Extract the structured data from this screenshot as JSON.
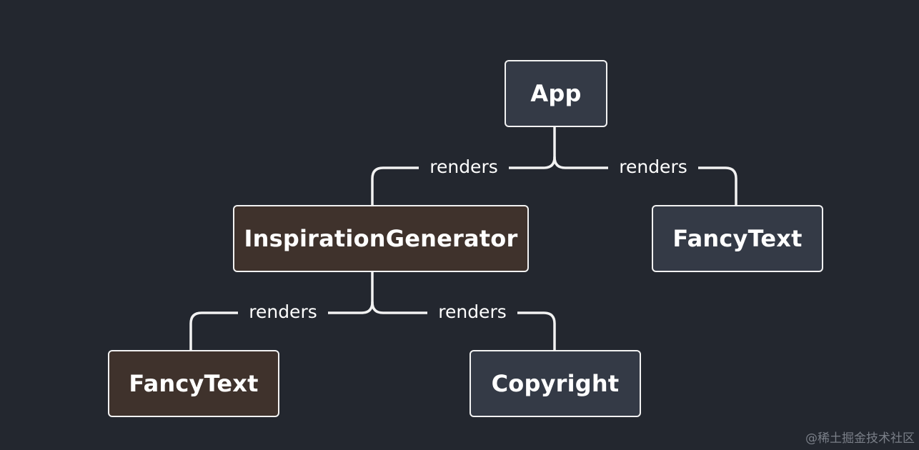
{
  "colors": {
    "background": "#23272f",
    "node_fill": "#343a46",
    "highlight_fill": "#3f322c",
    "line": "#f2f2f2",
    "text": "#ffffff"
  },
  "nodes": {
    "app": "App",
    "inspiration_generator": "InspirationGenerator",
    "fancy_text_top": "FancyText",
    "fancy_text_bottom": "FancyText",
    "copyright": "Copyright"
  },
  "edges": {
    "app_to_inspiration": "renders",
    "app_to_fancy_text": "renders",
    "inspiration_to_fancy_text": "renders",
    "inspiration_to_copyright": "renders"
  },
  "watermark": "@稀土掘金技术社区"
}
